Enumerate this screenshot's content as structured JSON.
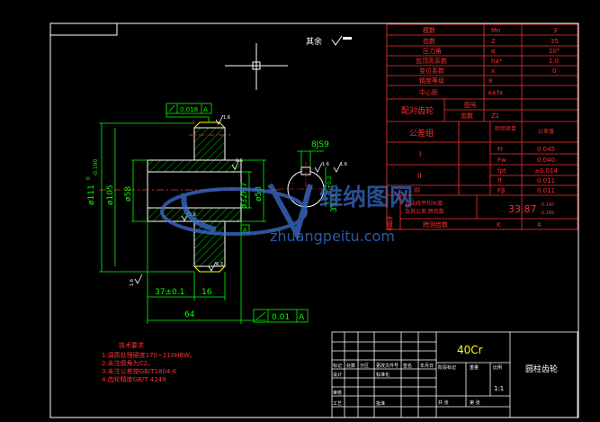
{
  "drawing": {
    "rest_roughness": "其余",
    "runout_top": "0.018",
    "runout_top_datum": "A",
    "runout_bottom": "0.01",
    "runout_bottom_datum": "A",
    "dims": {
      "d_outer": "ø111",
      "d_outer_tol_top": "0",
      "d_outer_tol_bot": "-0.190",
      "d_105": "ø105",
      "d_58_left": "ø58",
      "d_32": "ø32H7",
      "d_58_right": "ø58",
      "keyway_width": "8JS9",
      "keyway_depth": "35.3",
      "keyway_depth_tol": "+0.2",
      "len_37": "37±0.1",
      "len_16": "16",
      "len_64": "64"
    },
    "roughness": [
      "1.6",
      "1.6",
      "1.6",
      "1.6",
      "1.6",
      "6.3",
      "1.6"
    ],
    "datum_label": "A",
    "watermark_cn": "维纳图网",
    "watermark_url": "zhuangpeitu.com"
  },
  "params": {
    "rows": [
      {
        "name": "模数",
        "sym": "Mn",
        "val": "3"
      },
      {
        "name": "齿数",
        "sym": "Z",
        "val": "35"
      },
      {
        "name": "压力角",
        "sym": "α",
        "val": "20°"
      },
      {
        "name": "齿顶高系数",
        "sym": "ha*",
        "val": "1.0"
      },
      {
        "name": "变位系数",
        "sym": "x",
        "val": "0"
      },
      {
        "name": "精度等级",
        "sym": "",
        "val": "8"
      },
      {
        "name": "中心距",
        "sym": "a±fa",
        "val": ""
      }
    ],
    "mating": {
      "label": "配对齿轮",
      "r1": "图号",
      "r2": "齿数",
      "r2_sym": "Z1"
    },
    "tol_header": {
      "group": "公差组",
      "item": "检验项目",
      "val": "公差值"
    },
    "groups": [
      {
        "roman": "I",
        "items": [
          {
            "sym": "Fr",
            "val": "0.045"
          },
          {
            "sym": "Fw",
            "val": "0.040"
          }
        ]
      },
      {
        "roman": "II",
        "items": [
          {
            "sym": "fpt",
            "val": "±0.014"
          },
          {
            "sym": "ff",
            "val": "0.011"
          }
        ]
      },
      {
        "roman": "III",
        "items": [
          {
            "sym": "Fβ",
            "val": "0.011"
          }
        ]
      }
    ],
    "span": {
      "label1": "公法线平均长度",
      "label2": "及其公差  跨齿数",
      "val": "33.87",
      "tol_top": "-0.140",
      "tol_bot": "-0.189"
    },
    "span_side": "齿厚",
    "span_count_label": "跨测齿数",
    "span_count_sym": "K",
    "span_count_val": "4"
  },
  "notes": {
    "title": "技术要求",
    "lines": [
      "1.调质处理硬度170~210HBW。",
      "2.未注倒角为C2。",
      "3.未注公差按GB/T1804-K",
      "4.齿轮精度GB/T 4249"
    ]
  },
  "titleblock": {
    "material": "40Cr",
    "part_name": "圆柱齿轮",
    "labels": [
      "标记",
      "处数",
      "分区",
      "更改文件号",
      "签名",
      "年月日",
      "设计",
      "标准化",
      "阶段标记",
      "重量",
      "比例",
      "审核",
      "工艺",
      "批准",
      "共 张",
      "第 张"
    ],
    "scale": "1:1"
  }
}
